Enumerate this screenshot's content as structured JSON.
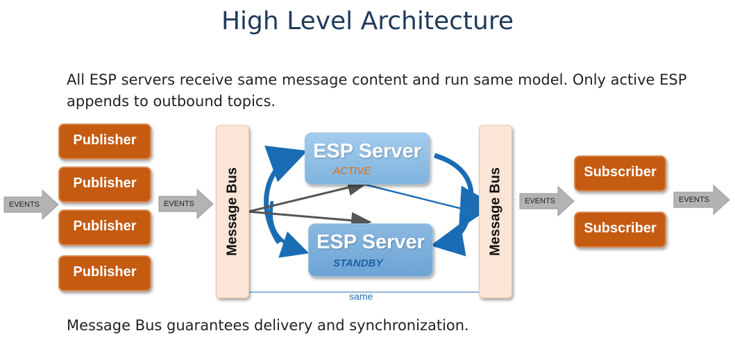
{
  "title": "High Level Architecture",
  "description": "All ESP servers receive same message content and run same model.  Only active ESP appends to outbound topics.",
  "footer": "Message Bus guarantees delivery and synchronization.",
  "publishers": [
    "Publisher",
    "Publisher",
    "Publisher",
    "Publisher"
  ],
  "subscribers": [
    "Subscriber",
    "Subscriber"
  ],
  "message_bus_label": "Message Bus",
  "esp_servers": {
    "active": {
      "title": "ESP Server",
      "status": "ACTIVE"
    },
    "standby": {
      "title": "ESP Server",
      "status": "STANDBY"
    }
  },
  "events_label": "EVENTS",
  "same_label": "same",
  "colors": {
    "publisher": "#c55a11",
    "bus": "#fbe5d6",
    "esp": "#8ab8e0",
    "active_status": "#e46c0a",
    "standby_status": "#1f5fa8",
    "flow_arrow": "#1f6fb5"
  }
}
